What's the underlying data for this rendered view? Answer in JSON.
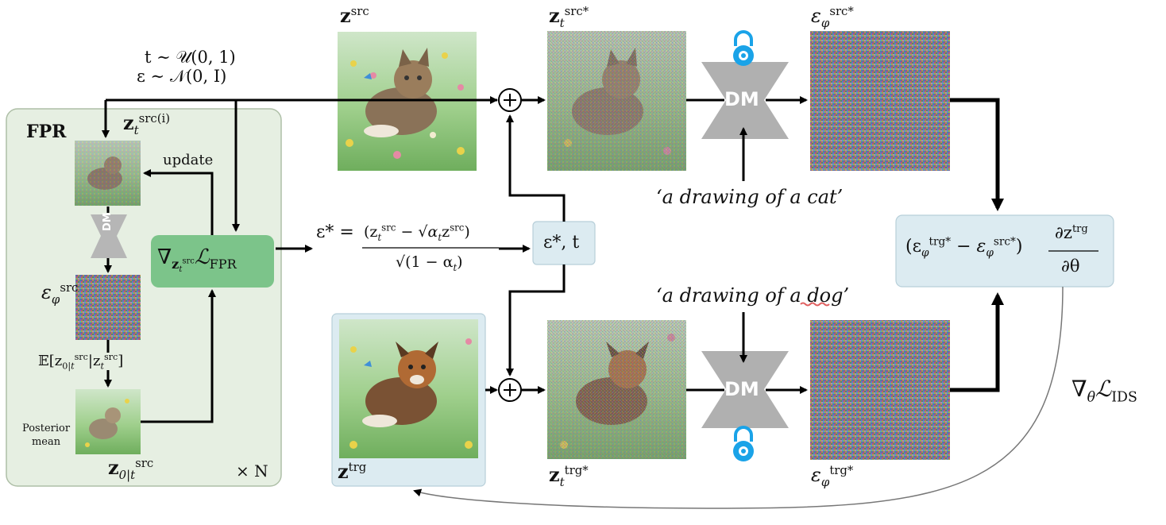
{
  "fpr": {
    "title": "FPR",
    "update_label": "update",
    "posterior_label_line1": "Posterior",
    "posterior_label_line2": "mean",
    "repeat_label": "× N",
    "z_src_i": {
      "base": "z",
      "sub": "t",
      "sup": "src(i)"
    },
    "eps_src": {
      "base": "ε",
      "sub": "φ",
      "sup": "src"
    },
    "expectation": "𝔼[z",
    "grad_box": {
      "base": "∇",
      "sub": "z",
      "subsub": "t",
      "subsup": "src",
      "loss": "ℒ",
      "loss_sub": "FPR"
    },
    "dm_small": "DM",
    "z0_label": {
      "base": "z",
      "sub": "0|t",
      "sup": "src"
    }
  },
  "sampling": {
    "t_dist": "t ∼ 𝒰(0, 1)",
    "eps_dist": "ε ∼ 𝒩(0, I)"
  },
  "top_row": {
    "z_src": {
      "base": "z",
      "sup": "src"
    },
    "z_t_src_star": {
      "base": "z",
      "sub": "t",
      "sup": "src*"
    },
    "dm_label": "DM",
    "eps_src_star": {
      "base": "ε",
      "sub": "φ",
      "sup": "src*"
    },
    "prompt": "‘a drawing of a cat’"
  },
  "bottom_row": {
    "z_trg": {
      "base": "z",
      "sup": "trg"
    },
    "z_t_trg_star": {
      "base": "z",
      "sub": "t",
      "sup": "trg*"
    },
    "dm_label": "DM",
    "eps_trg_star": {
      "base": "ε",
      "sub": "φ",
      "sup": "trg*"
    },
    "prompt_prefix": "‘a drawing of a ",
    "prompt_highlight": "dog",
    "prompt_suffix": "’"
  },
  "middle": {
    "eps_star_lhs": "ε* =",
    "eps_star_num": "(z",
    "eps_star_den": "√(1 − α",
    "eps_t_box": "ε*, t"
  },
  "ids_box": {
    "formula_left": "(ε",
    "minus": "−",
    "grad_num": "∂z",
    "grad_den": "∂θ"
  },
  "ids_grad": {
    "base": "∇",
    "sub": "θ",
    "loss": "ℒ",
    "loss_sub": "IDS"
  },
  "colors": {
    "fpr_bg": "#e6efe2",
    "fpr_border": "#aebfa7",
    "grad_box": "#7cc48a",
    "light_blue": "#dcebf1",
    "light_blue_border": "#b7cfd9",
    "dm_gray": "#b0b0b0",
    "lock_blue": "#1aa3e8",
    "arrow": "#000000"
  }
}
